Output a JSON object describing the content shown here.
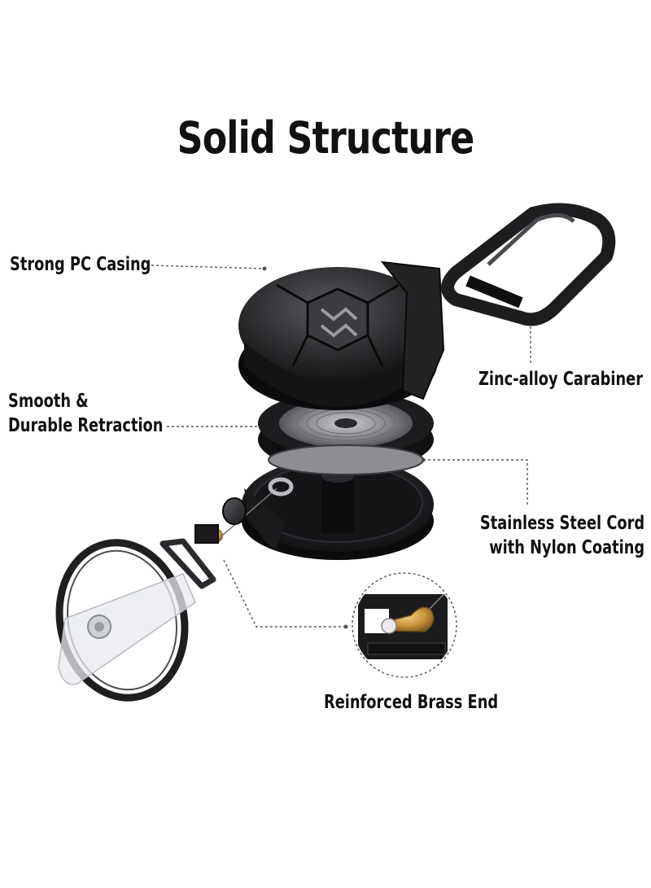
{
  "title": "Solid Structure",
  "labels": {
    "casing": "Strong PC Casing",
    "retraction_line1": "Smooth &",
    "retraction_line2": "Durable Retraction",
    "carabiner": "Zinc-alloy Carabiner",
    "cord_line1": "Stainless Steel Cord",
    "cord_line2": "with Nylon Coating",
    "brass_end": "Reinforced Brass End"
  },
  "colors": {
    "product": "#1d1d1f",
    "product_highlight": "#4a4a4e",
    "brass": "#d4a24a",
    "leader_line": "#555555"
  }
}
